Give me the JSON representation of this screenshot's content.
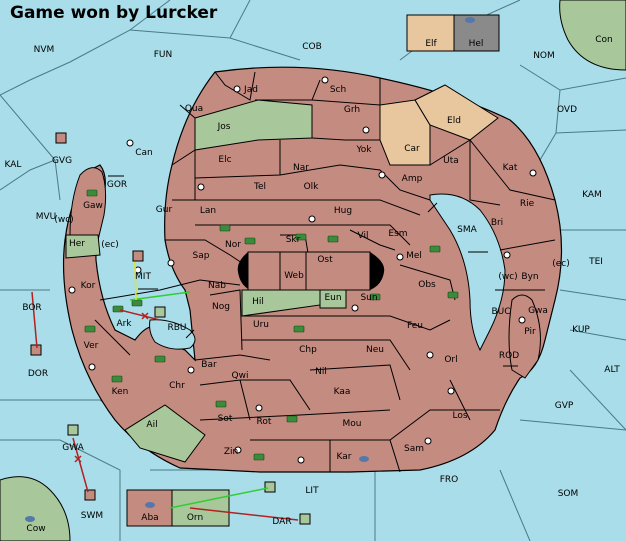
{
  "title": "Game won by Lurcker",
  "colors": {
    "sea": "#a9dde9",
    "land_brown": "#c48b80",
    "land_green": "#a8c79a",
    "land_tan": "#e8c79e",
    "land_gray": "#8a8a8a",
    "corner_green": "#a8c79a",
    "border": "#000000",
    "move_red": "#b22222",
    "move_green": "#33cc33",
    "move_yellow": "#e8e800"
  },
  "legend": [
    {
      "name": "Elf",
      "color": "#e8c79e"
    },
    {
      "name": "Hel",
      "color": "#8a8a8a"
    }
  ],
  "sea_labels": [
    "NVM",
    "FUN",
    "COB",
    "NOM",
    "Con",
    "OVD",
    "KAL",
    "GVG",
    "GOR",
    "KAM",
    "MVU",
    "(wc)",
    "(ec)",
    "MIT",
    "SMA",
    "TEI",
    "BOR",
    "RBU",
    "BUC",
    "KUP",
    "(wc)",
    "(ec)",
    "ROD",
    "ALT",
    "DOR",
    "GVP",
    "GWA",
    "LIT",
    "FRO",
    "SOM",
    "SWM",
    "DAR",
    "Cow"
  ],
  "land_labels": [
    "Jad",
    "Sch",
    "Qua",
    "Jos",
    "Grh",
    "Eld",
    "Can",
    "Yok",
    "Car",
    "Elc",
    "Nar",
    "Uta",
    "Kat",
    "Gaw",
    "Tel",
    "Olk",
    "Amp",
    "Gur",
    "Lan",
    "Hug",
    "Rie",
    "Her",
    "Nor",
    "Skr",
    "Vil",
    "Esm",
    "Bri",
    "Sap",
    "Ost",
    "Mel",
    "Web",
    "Kor",
    "Nab",
    "Eun",
    "Sun",
    "Obs",
    "Byn",
    "Hil",
    "Nog",
    "Uru",
    "Feu",
    "Gwa",
    "Ark",
    "Pir",
    "Ver",
    "Chp",
    "Neu",
    "Bar",
    "Orl",
    "Nil",
    "Qwi",
    "Chr",
    "Ken",
    "Kaa",
    "Los",
    "Sot",
    "Rot",
    "Mou",
    "Ail",
    "Zin",
    "Kar",
    "Sam",
    "Aba",
    "Orn"
  ]
}
